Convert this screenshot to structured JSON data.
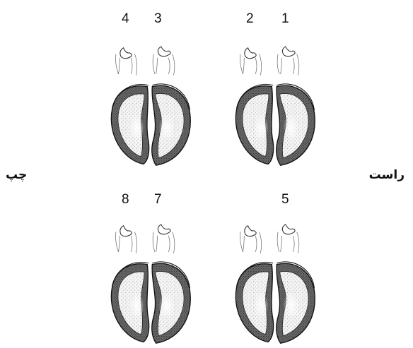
{
  "labels": {
    "left_side": "چپ",
    "right_side": "راست"
  },
  "groups": [
    {
      "numbers": [
        "4",
        "3"
      ]
    },
    {
      "numbers": [
        "2",
        "1"
      ]
    },
    {
      "numbers": [
        "8",
        "7"
      ]
    },
    {
      "numbers": [
        "",
        "5"
      ]
    }
  ]
}
